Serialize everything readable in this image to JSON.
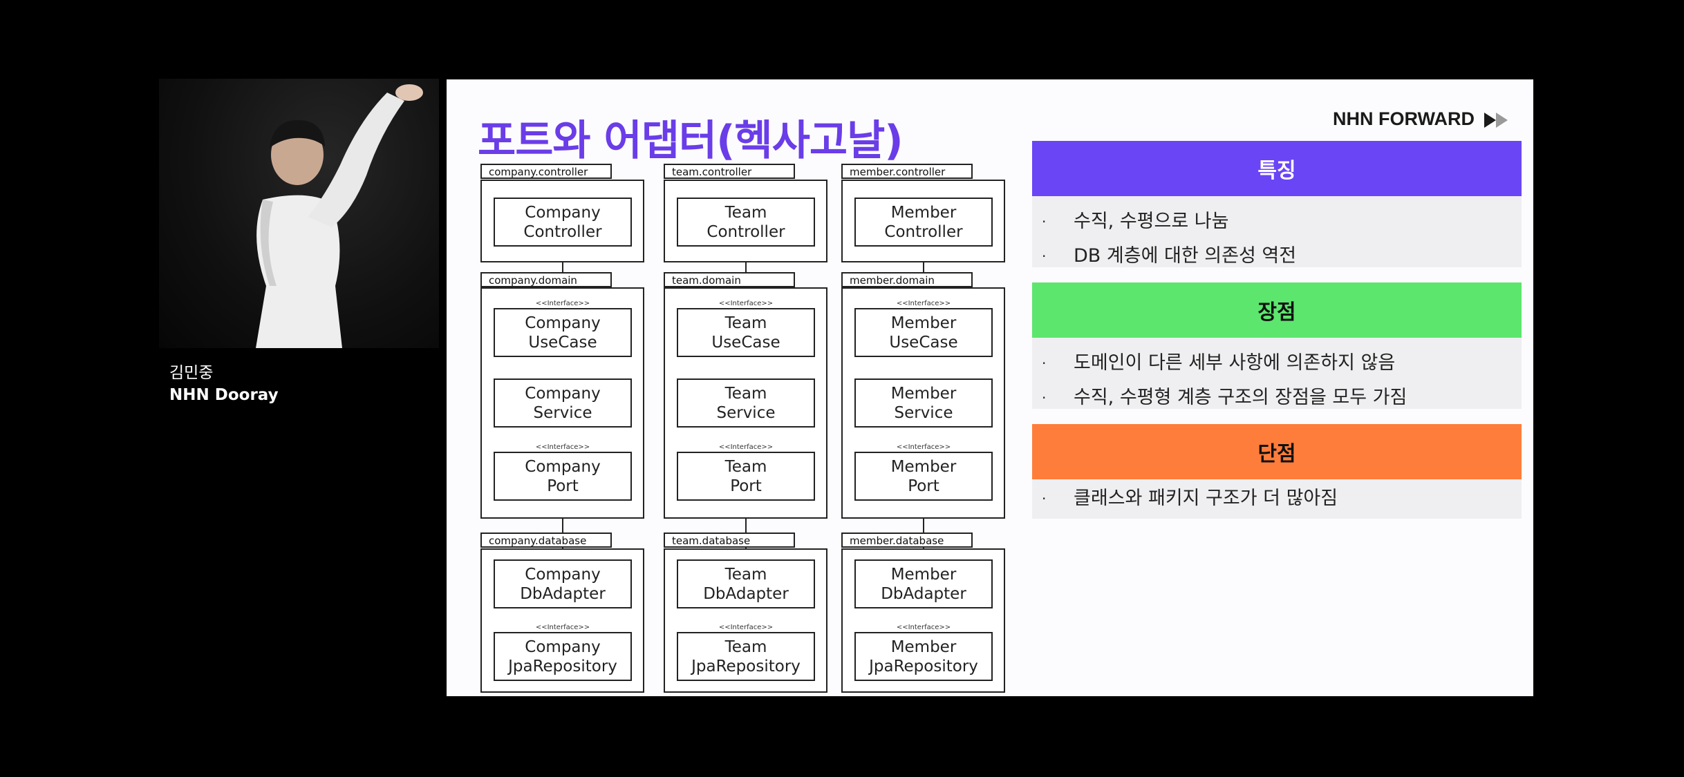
{
  "speaker": {
    "name": "김민중",
    "org": "NHN Dooray"
  },
  "slide": {
    "title": "포트와 어댑터(헥사고날)",
    "brand": "NHN FORWARD",
    "colors": {
      "title": "#6a3de8",
      "features": "#6a45f5",
      "pros": "#5ce66e",
      "cons": "#ff7d3a",
      "panel_bg": "#efeff1"
    },
    "diagram": {
      "stereotype": "<<Interface>>",
      "columns": [
        {
          "packages": [
            "company.controller",
            "company.domain",
            "company.database"
          ],
          "components": {
            "controller": [
              "Company",
              "Controller"
            ],
            "usecase": [
              "Company",
              "UseCase"
            ],
            "service": [
              "Company",
              "Service"
            ],
            "port": [
              "Company",
              "Port"
            ],
            "dbadapter": [
              "Company",
              "DbAdapter"
            ],
            "jparepo": [
              "Company",
              "JpaRepository"
            ]
          }
        },
        {
          "packages": [
            "team.controller",
            "team.domain",
            "team.database"
          ],
          "components": {
            "controller": [
              "Team",
              "Controller"
            ],
            "usecase": [
              "Team",
              "UseCase"
            ],
            "service": [
              "Team",
              "Service"
            ],
            "port": [
              "Team",
              "Port"
            ],
            "dbadapter": [
              "Team",
              "DbAdapter"
            ],
            "jparepo": [
              "Team",
              "JpaRepository"
            ]
          }
        },
        {
          "packages": [
            "member.controller",
            "member.domain",
            "member.database"
          ],
          "components": {
            "controller": [
              "Member",
              "Controller"
            ],
            "usecase": [
              "Member",
              "UseCase"
            ],
            "service": [
              "Member",
              "Service"
            ],
            "port": [
              "Member",
              "Port"
            ],
            "dbadapter": [
              "Member",
              "DbAdapter"
            ],
            "jparepo": [
              "Member",
              "JpaRepository"
            ]
          }
        }
      ]
    },
    "sections": [
      {
        "heading": "특징",
        "items": [
          "수직, 수평으로 나눔",
          "DB 계층에 대한 의존성 역전"
        ]
      },
      {
        "heading": "장점",
        "items": [
          "도메인이 다른 세부 사항에 의존하지 않음",
          "수직, 수평형 계층 구조의 장점을 모두 가짐"
        ]
      },
      {
        "heading": "단점",
        "items": [
          "클래스와 패키지 구조가 더 많아짐"
        ]
      }
    ]
  }
}
